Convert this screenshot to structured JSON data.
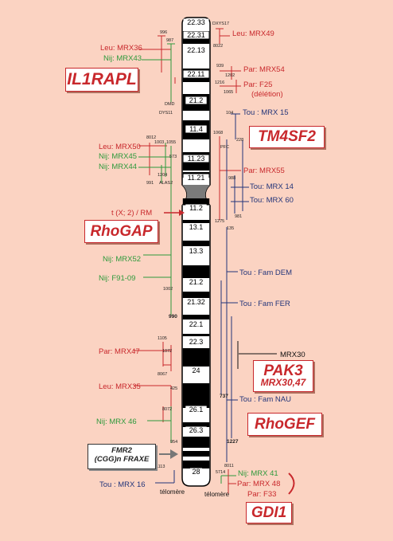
{
  "colors": {
    "red": "#c8282c",
    "green": "#2e9a3c",
    "blue": "#23357a",
    "black": "#111111",
    "background": "#fbd3c2"
  },
  "bands": [
    {
      "label": "22.33",
      "shade": "white"
    },
    {
      "label": "22.31",
      "shade": "black"
    },
    {
      "label": "22.13",
      "shade": "white"
    },
    {
      "label": "22.11",
      "shade": "black"
    },
    {
      "label": "21.2",
      "shade": "white"
    },
    {
      "label": "11.4",
      "shade": "black"
    },
    {
      "label": "11.23",
      "shade": "white"
    },
    {
      "label": "11.21",
      "shade": "black"
    },
    {
      "label": "11.2",
      "shade": "white"
    },
    {
      "label": "13.1",
      "shade": "white"
    },
    {
      "label": "13.3",
      "shade": "white"
    },
    {
      "label": "21.2",
      "shade": "white"
    },
    {
      "label": "21.32",
      "shade": "white"
    },
    {
      "label": "22.1",
      "shade": "white"
    },
    {
      "label": "22.3",
      "shade": "white"
    },
    {
      "label": "24",
      "shade": "white"
    },
    {
      "label": "26.1",
      "shade": "white"
    },
    {
      "label": "26.3",
      "shade": "white"
    },
    {
      "label": "28",
      "shade": "white"
    }
  ],
  "markers": [
    "996",
    "987",
    "DXYS17",
    "8022",
    "939",
    "1202",
    "1216",
    "1065",
    "DMD",
    "DYS11",
    "104",
    "1068",
    "PFC",
    "228",
    "988",
    "981",
    "1275",
    "135",
    "8012",
    "1003",
    "1055",
    "573",
    "1204",
    "991",
    "ALAS2",
    "1002",
    "990",
    "1105",
    "1072",
    "8067",
    "425",
    "8072",
    "954",
    "1113",
    "8011",
    "5714",
    "737",
    "1227"
  ],
  "labels": {
    "leu_mrx36": "Leu: MRX36",
    "nij_mrx43": "Nij: MRX43",
    "leu_mrx49": "Leu: MRX49",
    "par_mrx54": "Par: MRX54",
    "par_f25": "Par: F25",
    "deletion": "(délétion)",
    "tou_mrx15": "Tou : MRX 15",
    "leu_mrx50": "Leu: MRX50",
    "nij_mrx45": "Nij: MRX45",
    "nij_mrx44": "Nij: MRX44",
    "par_mrx55": "Par: MRX55",
    "tou_mrx14": "Tou: MRX 14",
    "tou_mrx60": "Tou: MRX 60",
    "translocation": "t (X; 2) / RM",
    "nij_mrx52": "Nij: MRX52",
    "nij_f9109": "Nij: F91-09",
    "tou_fam_dem": "Tou : Fam DEM",
    "tou_fam_fer": "Tou : Fam FER",
    "mrx30": "MRX30",
    "par_mrx47": "Par: MRX47",
    "leu_mrx35": "Leu: MRX35",
    "tou_fam_nau": "Tou : Fam NAU",
    "nij_mrx46": "Nij: MRX 46",
    "tou_mrx16": "Tou : MRX 16",
    "telomere_left": "télomère",
    "telomere_right": "télomère",
    "nij_mrx41": "Nij: MRX 41",
    "par_mrx48": "Par: MRX 48",
    "par_f33": "Par: F33"
  },
  "genes": {
    "il1rapl": "IL1RAPL",
    "tm4sf2": "TM4SF2",
    "rhogap": "RhoGAP",
    "pak3": "PAK3",
    "pak3_sub": "MRX30,47",
    "rhogef": "RhoGEF",
    "gdi1": "GDI1",
    "fmr2_line1": "FMR2",
    "fmr2_line2": "(CGG)n FRAXE"
  }
}
